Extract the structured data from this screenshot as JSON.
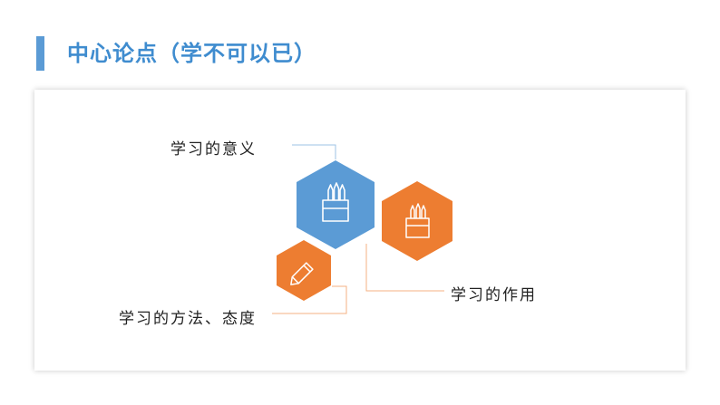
{
  "slide": {
    "title": "中心论点（学不可以已）"
  },
  "diagram": {
    "items": [
      {
        "label": "学习的意义",
        "color": "#5b9bd5",
        "icon": "pencil-cup-icon"
      },
      {
        "label": "学习的作用",
        "color": "#ed7d31",
        "icon": "pencil-cup-icon"
      },
      {
        "label": "学习的方法、态度",
        "color": "#ed7d31",
        "icon": "pencil-icon"
      }
    ]
  },
  "colors": {
    "accent_blue": "#5b9bd5",
    "accent_orange": "#ed7d31",
    "title_text": "#3f8ccf"
  }
}
